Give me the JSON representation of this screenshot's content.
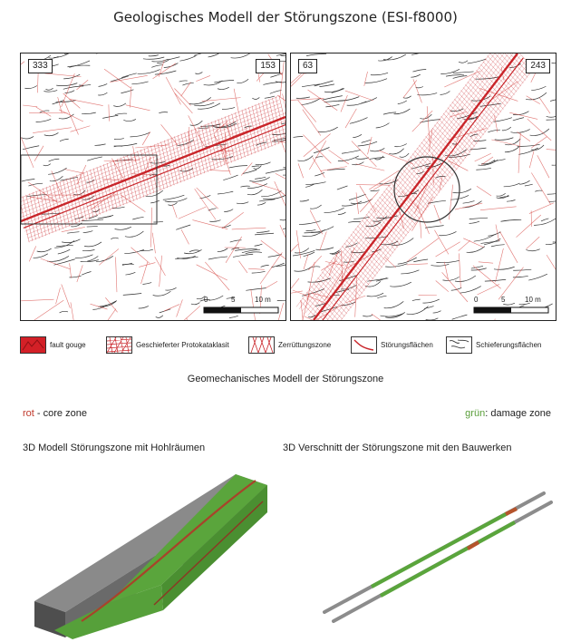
{
  "title": "Geologisches Modell der Störungszone (ESI-f8000)",
  "maps": [
    {
      "left_tag": "333",
      "right_tag": "153",
      "scale": {
        "ticks": [
          "0",
          "5",
          "10 m"
        ]
      }
    },
    {
      "left_tag": "63",
      "right_tag": "243",
      "scale": {
        "ticks": [
          "0",
          "5",
          "10 m"
        ]
      }
    }
  ],
  "legend": [
    {
      "label": "fault gouge",
      "icon": "fault-gouge-swatch"
    },
    {
      "label": "Geschieferter Protokataklasit",
      "icon": "protokataklasit-swatch"
    },
    {
      "label": "Zerrüttungszone",
      "icon": "zerruettungszone-swatch"
    },
    {
      "label": "Störungsflächen",
      "icon": "stoerungsflaechen-swatch"
    },
    {
      "label": "Schieferungsflächen",
      "icon": "schieferungsflaechen-swatch"
    }
  ],
  "subtitle": "Geomechanisches Modell der Störungszone",
  "core_zone": {
    "color_word": "rot",
    "sep": " - ",
    "text": "core zone",
    "color": "#c0392b"
  },
  "damage_zone": {
    "color_word": "grün",
    "sep": ": ",
    "text": "damage zone",
    "color": "#5a9e3a"
  },
  "model_titles": {
    "left": "3D Modell Störungszone mit Hohlräumen",
    "right": "3D Verschnitt der Störungszone mit den Bauwerken"
  },
  "colors": {
    "red": "#c9252a",
    "green": "#5aa53c",
    "grey": "#6f6f6f"
  }
}
